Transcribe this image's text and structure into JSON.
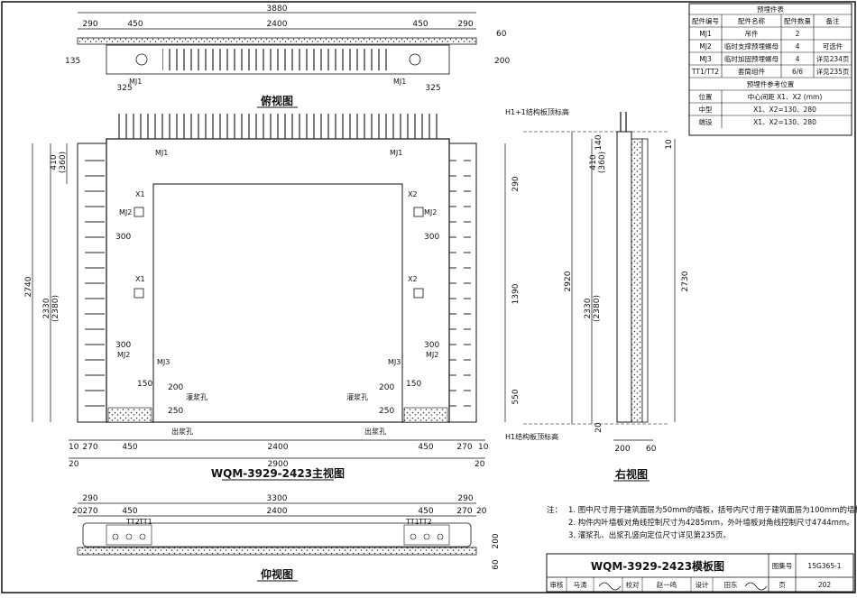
{
  "views": {
    "top": {
      "title": "俯视图",
      "dims_top": [
        "3880",
        "290",
        "450",
        "2400",
        "450",
        "290"
      ],
      "dims_side": [
        "60",
        "200",
        "135"
      ],
      "dims_bottom": [
        "325",
        "325"
      ],
      "tags": [
        "MJ1",
        "MJ1"
      ]
    },
    "front": {
      "title": "WQM-3929-2423主视图",
      "dims_left": [
        "410",
        "(360)",
        "2740",
        "2330",
        "(2380)"
      ],
      "dims_right": [
        "290",
        "1390",
        "550"
      ],
      "dims_bottom": [
        "10",
        "270",
        "450",
        "2400",
        "450",
        "270",
        "10",
        "20",
        "2900",
        "20"
      ],
      "tags": {
        "mj1": "MJ1",
        "mj2": "MJ2",
        "mj3": "MJ3",
        "x1": "X1",
        "x2": "X2"
      },
      "dims_inner": [
        "300",
        "300",
        "300",
        "300",
        "150",
        "150",
        "200",
        "250",
        "200",
        "250"
      ],
      "labels": {
        "grout_in": "灌浆孔",
        "grout_out": "出浆孔"
      }
    },
    "side": {
      "title": "右视图",
      "level_top": "H1+1结构板顶标高",
      "level_bottom": "H1结构板顶标高",
      "dims_left": [
        "140",
        "410",
        "(360)",
        "2920",
        "2330",
        "(2380)",
        "20"
      ],
      "dims_right": [
        "10",
        "2730"
      ],
      "dims_bottom": [
        "200",
        "60"
      ]
    },
    "bottom": {
      "title": "仰视图",
      "dims": [
        "290",
        "3300",
        "290",
        "20",
        "270",
        "450",
        "2400",
        "450",
        "270",
        "20"
      ],
      "tags": [
        "TT2",
        "TT1",
        "TT1",
        "TT2"
      ],
      "dims_side": [
        "200",
        "60"
      ]
    }
  },
  "parts_table": {
    "caption": "预埋件表",
    "headers": [
      "配件编号",
      "配件名称",
      "配件数量",
      "备注"
    ],
    "rows": [
      [
        "MJ1",
        "吊件",
        "2",
        "可选件"
      ],
      [
        "MJ2",
        "临时支撑预埋螺母",
        "4",
        "详见234页"
      ],
      [
        "MJ3",
        "临时加固预埋螺母",
        "4",
        "详见235页"
      ],
      [
        "TT1/TT2",
        "套筒组件",
        "6/6",
        ""
      ]
    ],
    "ref_caption": "预埋件参考位置",
    "ref_headers": [
      "位置",
      "中心间距 X1、X2 (mm)"
    ],
    "ref_rows": [
      [
        "中型",
        "X1、X2=130、280"
      ],
      [
        "端设",
        "X1、X2=130、280"
      ]
    ]
  },
  "notes": {
    "prefix": "注：",
    "items": [
      "1. 图中尺寸用于建筑面层为50mm的墙板，括号内尺寸用于建筑面层为100mm的墙板。",
      "2. 构件内叶墙板对角线控制尺寸为4285mm，外叶墙板对角线控制尺寸4744mm。",
      "3. 灌浆孔、出浆孔竖向定位尺寸详见第235页。"
    ]
  },
  "title_block": {
    "title": "WQM-3929-2423模板图",
    "atlas_label": "图集号",
    "atlas_no": "15G365-1",
    "roles": [
      "审核",
      "马涛",
      "校对",
      "赵一鸣",
      "设计",
      "田东"
    ],
    "page_label": "页",
    "page_no": "202"
  }
}
